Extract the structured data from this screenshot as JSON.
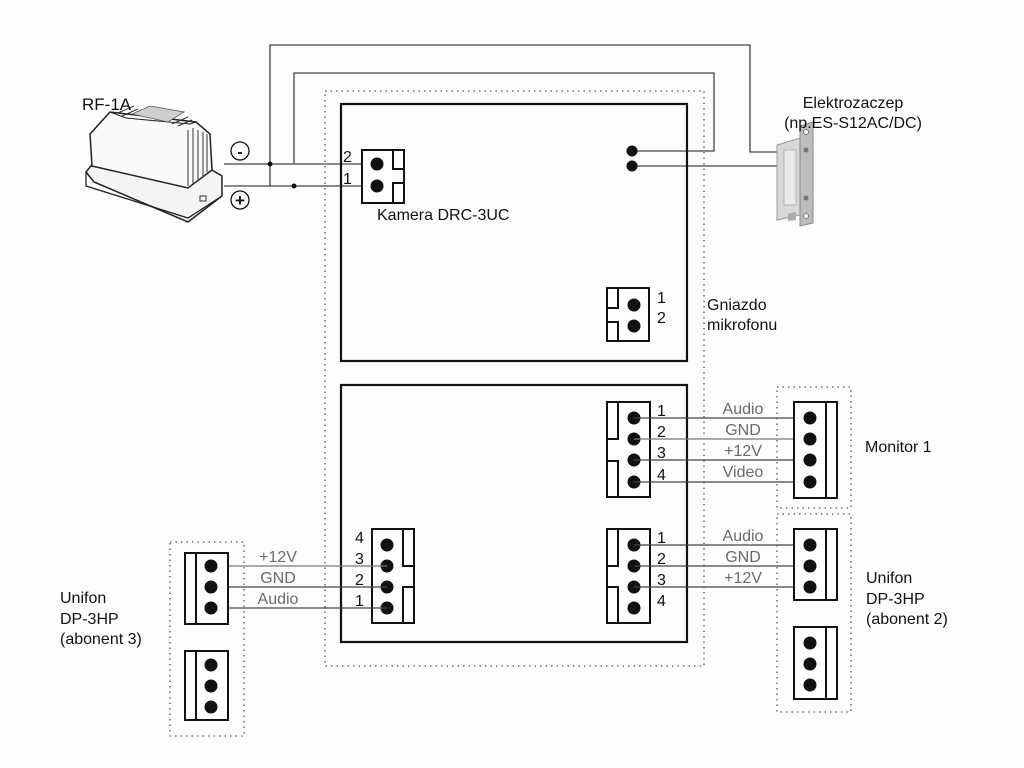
{
  "power_supply": {
    "label": "RF-1A",
    "minus_symbol": "-",
    "plus_symbol": "+"
  },
  "camera": {
    "label": "Kamera DRC-3UC",
    "power_connector_pins": [
      "2",
      "1"
    ],
    "mic_socket_label_line1": "Gniazdo",
    "mic_socket_label_line2": "mikrofonu",
    "mic_socket_pins": [
      "1",
      "2"
    ]
  },
  "lock": {
    "label_line1": "Elektrozaczep",
    "label_line2": "(np.ES-S12AC/DC)"
  },
  "monitor1": {
    "label": "Monitor 1",
    "panel_pins": [
      "1",
      "2",
      "3",
      "4"
    ],
    "wires": [
      "Audio",
      "GND",
      "+12V",
      "Video"
    ]
  },
  "unifon2": {
    "label_line1": "Unifon",
    "label_line2": "DP-3HP",
    "label_line3": "(abonent 2)",
    "panel_pins": [
      "1",
      "2",
      "3",
      "4"
    ],
    "wires": [
      "Audio",
      "GND",
      "+12V"
    ]
  },
  "unifon3": {
    "label_line1": "Unifon",
    "label_line2": "DP-3HP",
    "label_line3": "(abonent 3)",
    "panel_pins": [
      "4",
      "3",
      "2",
      "1"
    ],
    "wires": [
      "+12V",
      "GND",
      "Audio"
    ]
  },
  "colors": {
    "line": "#111111",
    "wire": "#444444",
    "wire_label": "#6a6a6a",
    "background": "#fdfdfd"
  }
}
